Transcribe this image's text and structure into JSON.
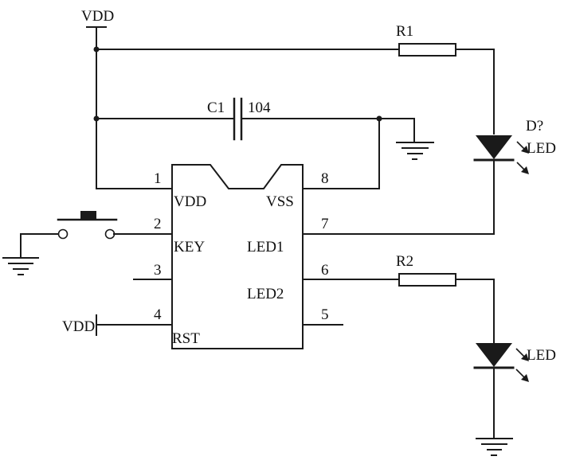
{
  "labels": {
    "vdd_top": "VDD",
    "vdd_rst": "VDD",
    "r1": "R1",
    "r2": "R2",
    "c1": "C1",
    "c1_value": "104",
    "d_led1_ref": "D?",
    "d_led1_name": "LED",
    "d_led2_name": "LED"
  },
  "ic": {
    "pins_left": [
      {
        "num": "1",
        "name": "VDD"
      },
      {
        "num": "2",
        "name": "KEY"
      },
      {
        "num": "3",
        "name": ""
      },
      {
        "num": "4",
        "name": "RST"
      }
    ],
    "pins_right": [
      {
        "num": "8",
        "name": "VSS"
      },
      {
        "num": "7",
        "name": "LED1"
      },
      {
        "num": "6",
        "name": "LED2"
      },
      {
        "num": "5",
        "name": ""
      }
    ]
  },
  "colors": {
    "ink": "#1a1a1a",
    "background": "#ffffff"
  }
}
